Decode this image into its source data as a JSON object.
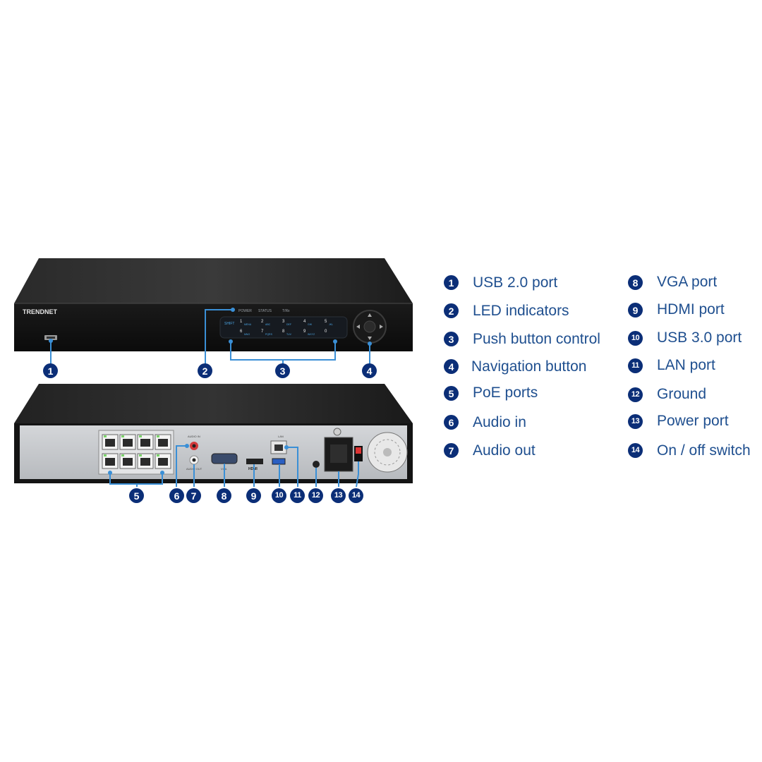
{
  "front_panel": {
    "brand": "TRENDNET",
    "led_labels": [
      "POWER",
      "STATUS",
      "T/Rx"
    ],
    "keypad": [
      {
        "num": "1",
        "sub": "MENU"
      },
      {
        "num": "2",
        "sub": "ABC"
      },
      {
        "num": "3",
        "sub": "DEF"
      },
      {
        "num": "4",
        "sub": "GHI"
      },
      {
        "num": "5",
        "sub": "JKL"
      },
      {
        "num": "6",
        "sub": "MNO"
      },
      {
        "num": "7",
        "sub": "PQRS"
      },
      {
        "num": "8",
        "sub": "TUV"
      },
      {
        "num": "9",
        "sub": "WXYZ"
      },
      {
        "num": "0",
        "sub": ""
      }
    ],
    "shift_label": "SHIFT"
  },
  "rear_panel": {
    "audio_in_label": "AUDIO IN",
    "audio_out_label": "AUDIO OUT",
    "vga_label": "VGA",
    "hdmi_label": "HDMI",
    "lan_label": "LAN"
  },
  "callouts": [
    "1",
    "2",
    "3",
    "4",
    "5",
    "6",
    "7",
    "8",
    "9",
    "10",
    "11",
    "12",
    "13",
    "14"
  ],
  "legend": [
    {
      "num": "1",
      "label": "USB 2.0 port"
    },
    {
      "num": "2",
      "label": "LED indicators"
    },
    {
      "num": "3",
      "label": "Push button control"
    },
    {
      "num": "4",
      "label": "Navigation button"
    },
    {
      "num": "5",
      "label": "PoE ports"
    },
    {
      "num": "6",
      "label": "Audio in"
    },
    {
      "num": "7",
      "label": "Audio out"
    },
    {
      "num": "8",
      "label": "VGA port"
    },
    {
      "num": "9",
      "label": "HDMI port"
    },
    {
      "num": "10",
      "label": "USB 3.0 port"
    },
    {
      "num": "11",
      "label": "LAN port"
    },
    {
      "num": "12",
      "label": "Ground"
    },
    {
      "num": "13",
      "label": "Power port"
    },
    {
      "num": "14",
      "label": "On / off switch"
    }
  ],
  "colors": {
    "badge": "#0b2e77",
    "legend_text": "#1f4f8f",
    "leader_line": "#3a8fd6",
    "chassis": "#111111",
    "rear_plate": "#c9cbce"
  }
}
